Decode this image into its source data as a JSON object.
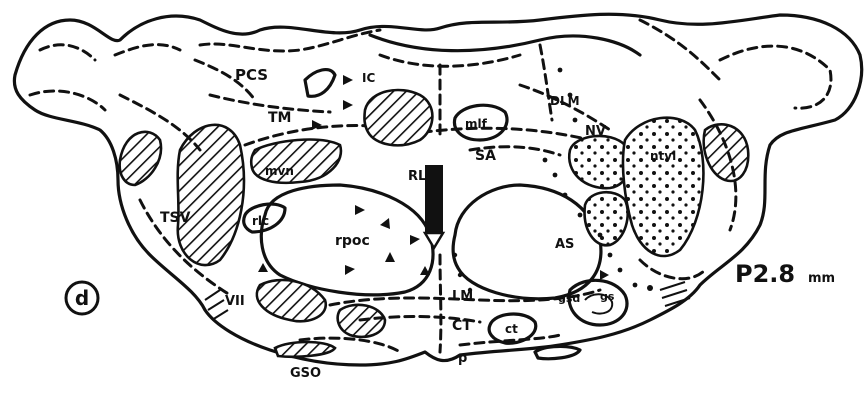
{
  "figure": {
    "panel_letter": "d",
    "level_label": "P2.8",
    "level_unit": "mm"
  },
  "labels": {
    "pcs": "PCS",
    "ic": "IC",
    "tm": "TM",
    "mlf": "mlf",
    "dlm": "DLM",
    "nv": "NV",
    "sa": "SA",
    "rl": "RL",
    "mvn": "mvn",
    "tsv": "TSV",
    "rl_left": "rlc",
    "ntvl": "ntvl",
    "rpoc": "rpoc",
    "as": "AS",
    "vii": "VII",
    "lm": "LM",
    "ct": "CT",
    "ct_small": "ct",
    "gsd": "gsd",
    "gs": "gs",
    "gso": "GSO",
    "p": "p"
  }
}
